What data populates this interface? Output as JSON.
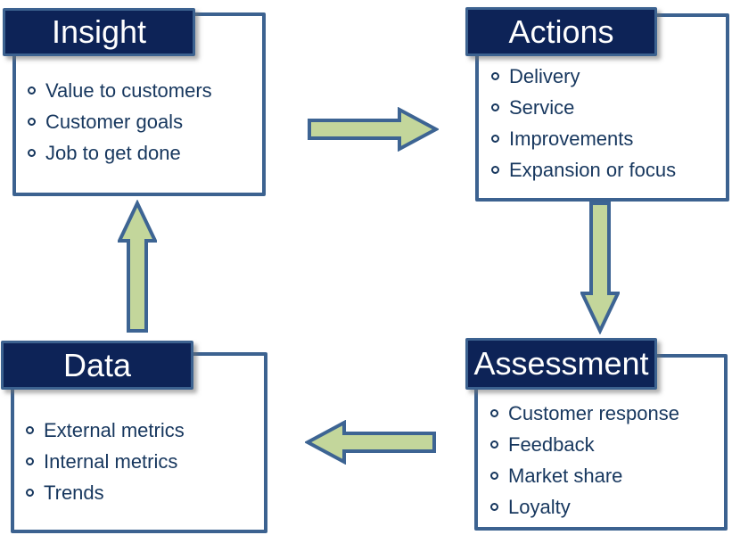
{
  "diagram": {
    "boxes": [
      {
        "id": "insight",
        "title": "Insight",
        "items": [
          "Value to customers",
          "Customer goals",
          "Job to get done"
        ]
      },
      {
        "id": "actions",
        "title": "Actions",
        "items": [
          "Delivery",
          "Service",
          "Improvements",
          "Expansion or focus"
        ]
      },
      {
        "id": "assessment",
        "title": "Assessment",
        "items": [
          "Customer response",
          "Feedback",
          "Market share",
          "Loyalty"
        ]
      },
      {
        "id": "data",
        "title": "Data",
        "items": [
          "External metrics",
          "Internal metrics",
          "Trends"
        ]
      }
    ],
    "arrows": [
      {
        "from": "insight",
        "to": "actions",
        "direction": "right"
      },
      {
        "from": "actions",
        "to": "assessment",
        "direction": "down"
      },
      {
        "from": "assessment",
        "to": "data",
        "direction": "left"
      },
      {
        "from": "data",
        "to": "insight",
        "direction": "up"
      }
    ]
  },
  "colors": {
    "header_fill": "#0D2357",
    "header_border": "#3C6290",
    "header_text": "#FFFFFF",
    "box_border": "#3C6290",
    "box_fill": "#FFFFFF",
    "text": "#17375E",
    "arrow_fill": "#C3D69B",
    "arrow_stroke": "#3D6493",
    "background": "#FFFFFF"
  }
}
